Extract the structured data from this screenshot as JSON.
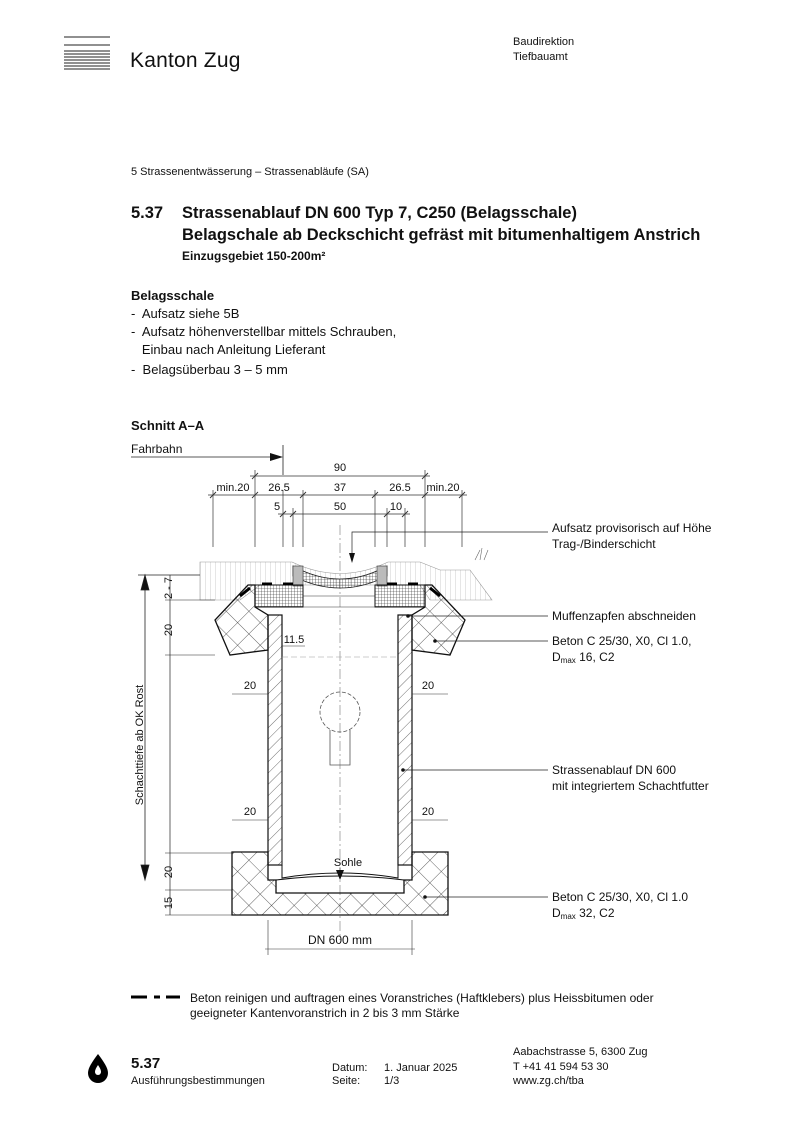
{
  "header": {
    "logo_text": "Kanton Zug",
    "department": "Baudirektion",
    "office": "Tiefbauamt"
  },
  "breadcrumb": "5 Strassenentwässerung – Strassenabläufe (SA)",
  "title": {
    "number": "5.37",
    "line1": "Strassenablauf DN 600 Typ 7, C250 (Belagsschale)",
    "line2": "Belagschale ab Deckschicht gefräst mit bitumenhaltigem Anstrich",
    "subtitle": "Einzugsgebiet 150-200m²"
  },
  "notes": {
    "heading": "Belagsschale",
    "items": [
      "-  Aufsatz siehe 5B",
      "-  Aufsatz höhenverstellbar mittels Schrauben,",
      "   Einbau nach Anleitung Lieferant",
      "-  Belagsüberbau 3 – 5 mm"
    ]
  },
  "section": {
    "heading": "Schnitt A–A",
    "road_label": "Fahrbahn",
    "dims": {
      "total": "90",
      "min_left": "min.20",
      "left": "26.5",
      "center": "37",
      "right": "26.5",
      "min_right": "min.20",
      "small_left": "5",
      "opening": "50",
      "small_right": "10",
      "cover_height": "2 - 7",
      "collar_height": "20",
      "wall_offset": "11.5",
      "wall_left_top": "20",
      "wall_right_top": "20",
      "wall_left_bottom": "20",
      "wall_right_bottom": "20",
      "base_upper": "20",
      "base_lower": "15",
      "diameter": "DN 600 mm",
      "depth_label": "Schachttiefe ab OK Rost",
      "sohle": "Sohle"
    },
    "callouts": {
      "aufsatz_1": "Aufsatz provisorisch auf Höhe",
      "aufsatz_2": "Trag-/Binderschicht",
      "muffen": "Muffenzapfen abschneiden",
      "beton1_1": "Beton C 25/30, X0, Cl 1.0,",
      "beton1_d": "D",
      "beton1_sub": "max",
      "beton1_2": " 16, C2",
      "ablauf_1": "Strassenablauf DN 600",
      "ablauf_2": "mit integriertem Schachtfutter",
      "beton2_1": "Beton C 25/30, X0, Cl 1.0",
      "beton2_d": "D",
      "beton2_sub": "max",
      "beton2_2": " 32, C2"
    }
  },
  "legend": {
    "line1": "Beton reinigen und auftragen eines Voranstriches (Haftklebers) plus Heissbitumen oder",
    "line2": "geeigneter Kantenvoranstrich in 2 bis 3 mm Stärke"
  },
  "footer": {
    "number": "5.37",
    "label": "Ausführungsbestimmungen",
    "date_label": "Datum:",
    "date_value": "1. Januar 2025",
    "page_label": "Seite:",
    "page_value": "1/3",
    "address": "Aabachstrasse 5, 6300 Zug",
    "phone": "T +41 41 594 53 30",
    "web": "www.zg.ch/tba"
  }
}
